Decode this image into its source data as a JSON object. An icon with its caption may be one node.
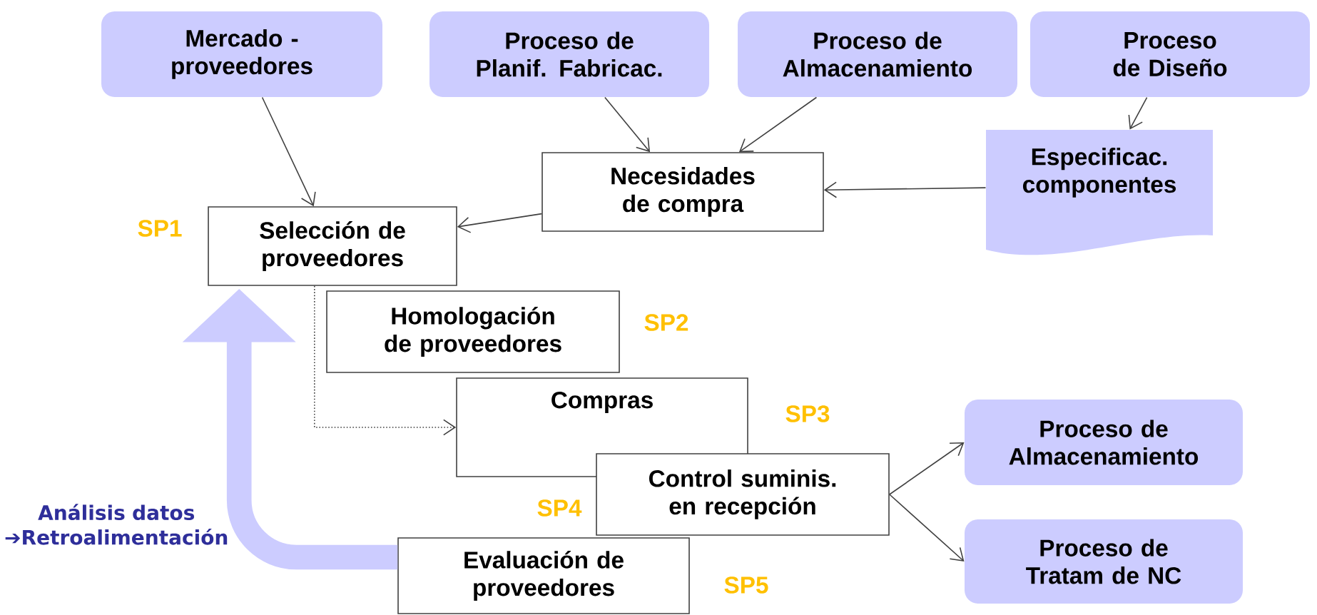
{
  "diagram": {
    "nodes": [
      {
        "text": [
          "Mercado - proveedores"
        ]
      },
      {
        "text": [
          "Proceso de Planif. Fabricac."
        ]
      },
      {
        "text": [
          "Proceso de Almacenamiento"
        ]
      },
      {
        "text": [
          "Proceso de Diseño"
        ]
      },
      {
        "text": [
          "Necesidades de compra"
        ]
      },
      {
        "text": [
          "Especificac. componentes"
        ]
      },
      {
        "text": [
          "Selección de proveedores"
        ]
      },
      {
        "text": [
          "Homologación de proveedores"
        ]
      },
      {
        "text": [
          "Compras"
        ]
      },
      {
        "text": [
          "Control suminis. en recepción"
        ]
      },
      {
        "text": [
          "Evaluación de proveedores"
        ]
      },
      {
        "text": [
          "Proceso de Almacenamiento"
        ]
      },
      {
        "text": [
          "Proceso de Tratam de NC"
        ]
      }
    ],
    "edges": [
      {
        "from": 0,
        "to": 6,
        "arrow": "to"
      },
      {
        "from": 1,
        "to": 4,
        "arrow": "to"
      },
      {
        "from": 2,
        "to": 4,
        "arrow": "to"
      },
      {
        "from": 3,
        "to": 5,
        "arrow": "to"
      },
      {
        "from": 5,
        "to": 4,
        "arrow": "to"
      },
      {
        "from": 4,
        "to": 6,
        "arrow": "to"
      },
      {
        "from": 6,
        "to": 8,
        "arrow": "to",
        "style": "dashed"
      },
      {
        "from": 9,
        "to": 11,
        "arrow": "to"
      },
      {
        "from": 9,
        "to": 12,
        "arrow": "to"
      },
      {
        "from": 10,
        "to": 6,
        "arrow": "to",
        "style": "thick",
        "color": "#ccccff",
        "label": "Análisis datos ➔Retroalimentación"
      }
    ],
    "labels": [
      "SP1",
      "SP2",
      "SP3",
      "SP4",
      "SP5"
    ]
  }
}
